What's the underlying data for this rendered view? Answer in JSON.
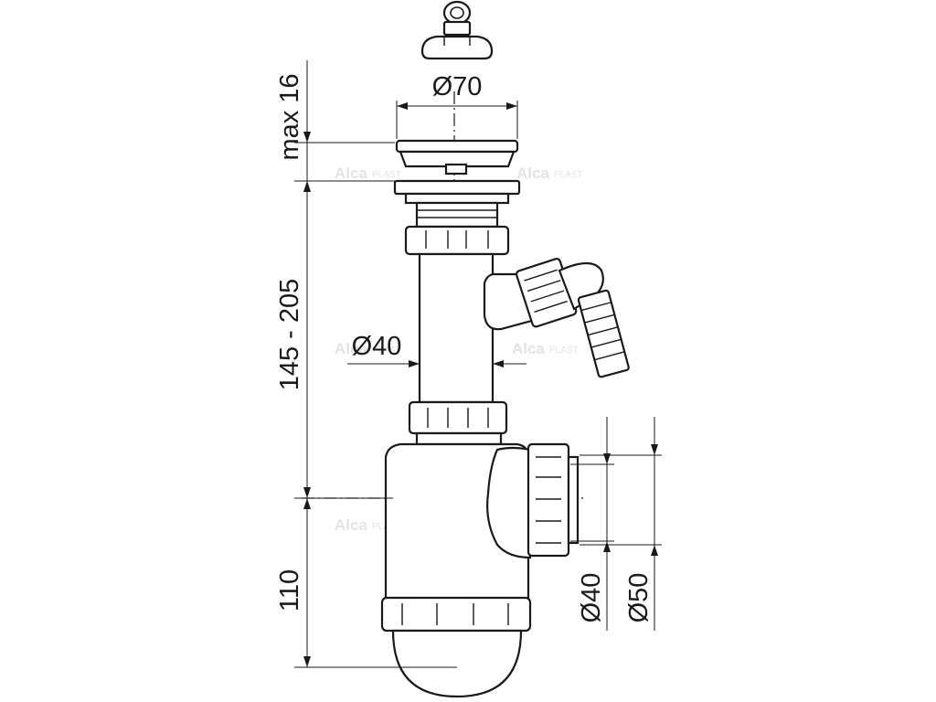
{
  "dimensions": {
    "top_diameter": "Ø70",
    "tube_diameter": "Ø40",
    "outlet_inner_diameter": "Ø40",
    "outlet_outer_diameter": "Ø50",
    "stopper_height": "max 16",
    "tube_length": "145 - 205",
    "bottle_height": "110"
  },
  "watermark": {
    "brand": "Alca",
    "brand_suffix": "PLAST",
    "registered": "®"
  }
}
